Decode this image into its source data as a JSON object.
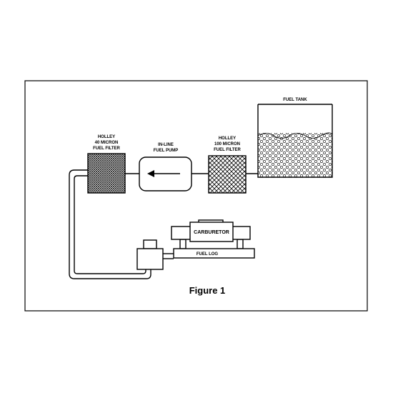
{
  "figure_caption": "Figure 1",
  "labels": {
    "filter_40_line1": "HOLLEY",
    "filter_40_line2": "40 MICRON",
    "filter_40_line3": "FUEL FILTER",
    "pump_line1": "IN-LINE",
    "pump_line2": "FUEL PUMP",
    "filter_100_line1": "HOLLEY",
    "filter_100_line2": "100 MICRON",
    "filter_100_line3": "FUEL FILTER",
    "fuel_tank": "FUEL TANK",
    "carburetor": "CARBURETOR",
    "fuel_log": "FUEL LOG"
  },
  "colors": {
    "line": "#000000",
    "background": "#ffffff"
  }
}
